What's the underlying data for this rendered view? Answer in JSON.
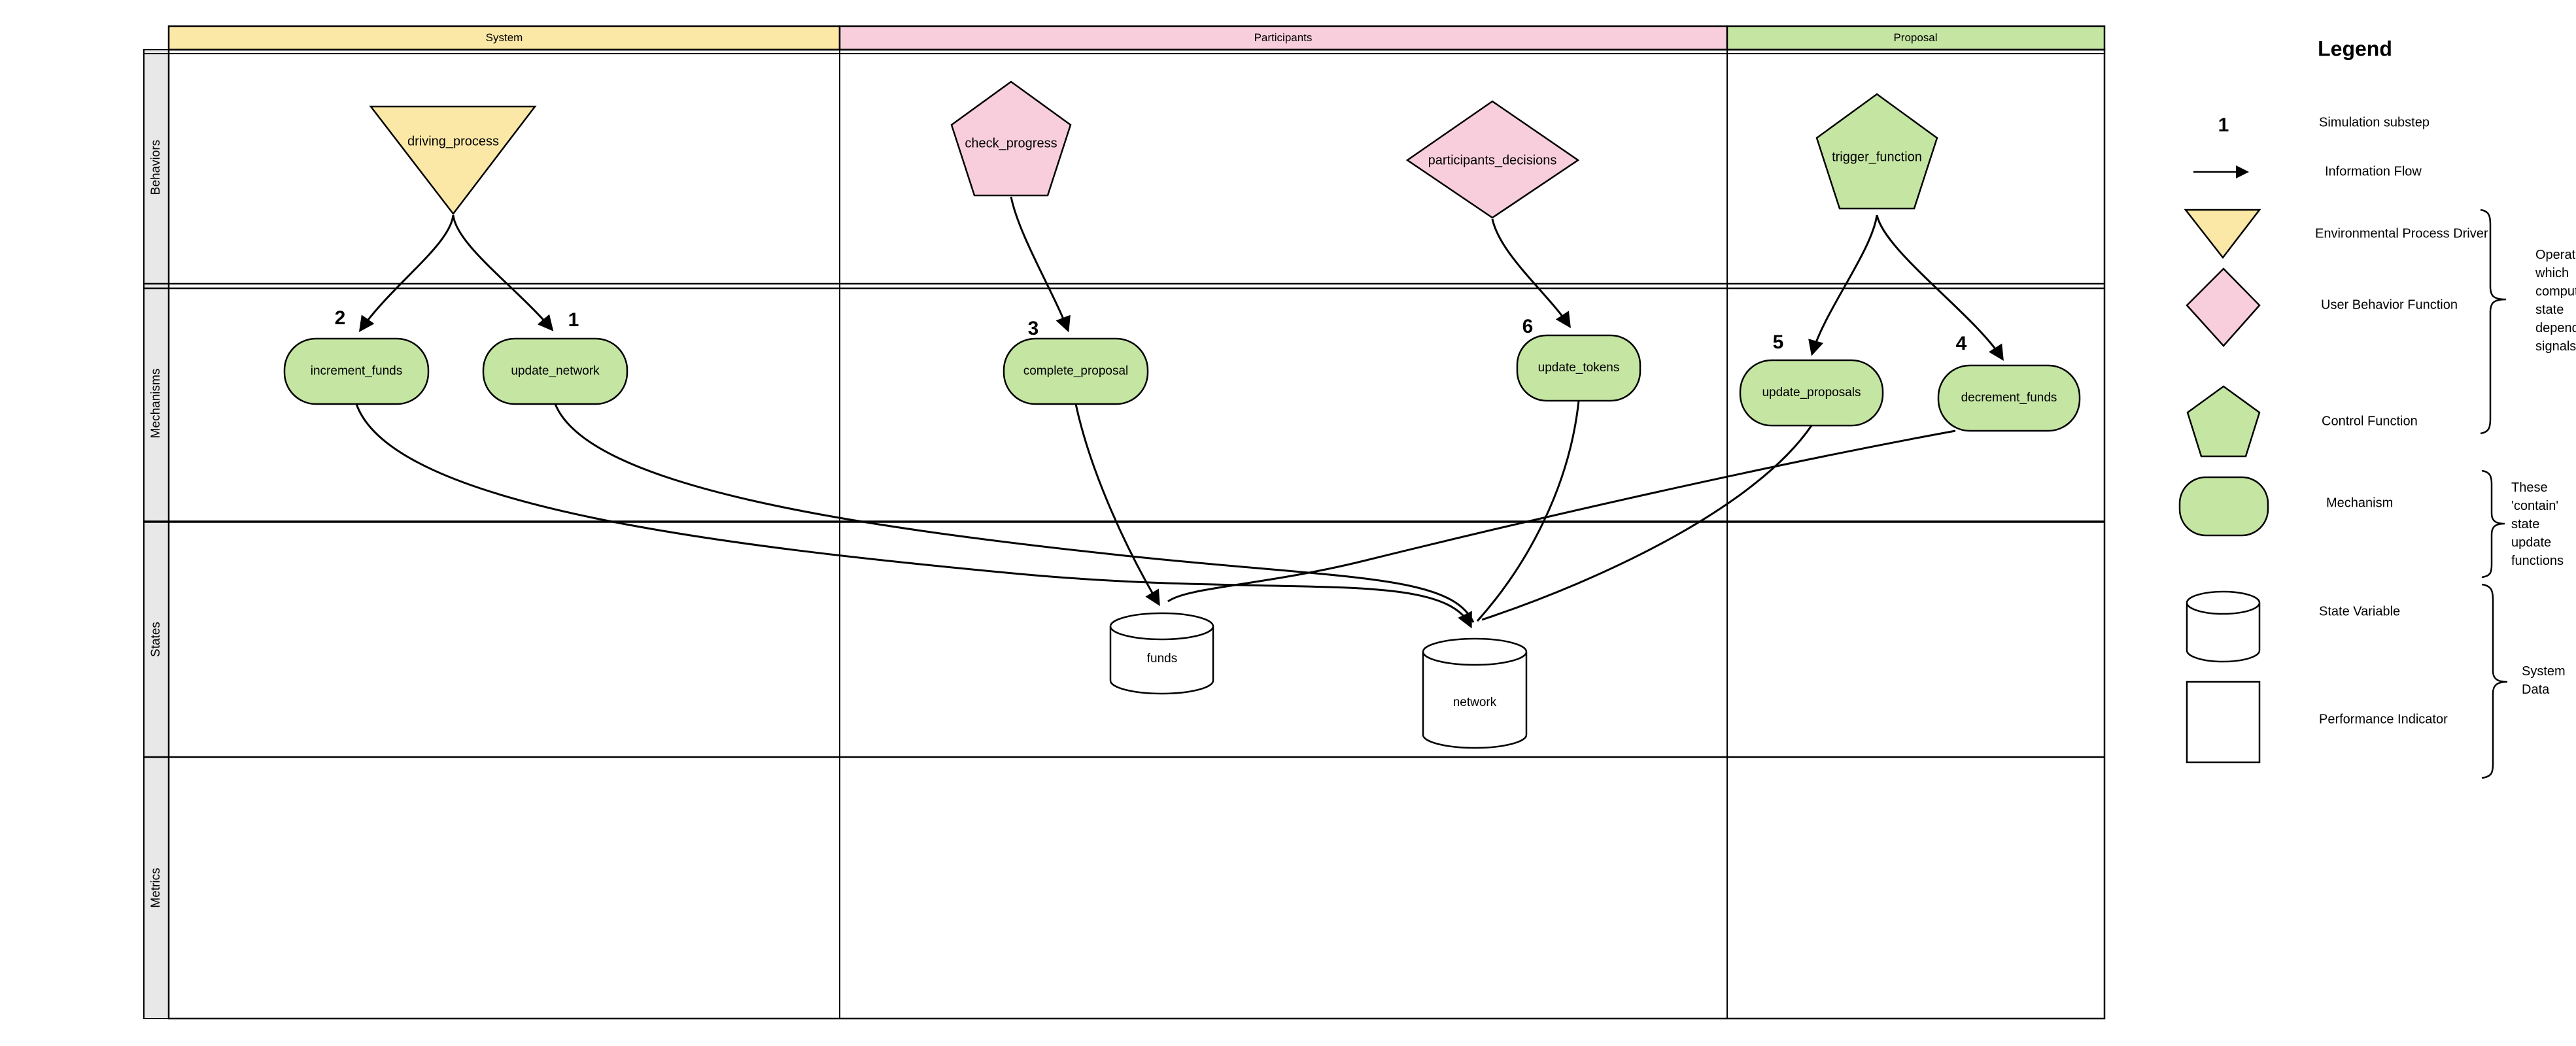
{
  "diagram": {
    "columns": [
      {
        "label": "System",
        "color": "#FCE8A6"
      },
      {
        "label": "Participants",
        "color": "#F8CEDD"
      },
      {
        "label": "Proposal",
        "color": "#C5E5A3"
      }
    ],
    "rows": [
      "Behaviors",
      "Mechanisms",
      "States",
      "Metrics"
    ],
    "behaviors": [
      {
        "label": "driving_process",
        "shape": "triangle-down",
        "color": "#FCE8A6"
      },
      {
        "label": "check_progress",
        "shape": "pentagon",
        "color": "#F8CEDD"
      },
      {
        "label": "participants_decisions",
        "shape": "diamond",
        "color": "#F8CEDD"
      },
      {
        "label": "trigger_function",
        "shape": "pentagon",
        "color": "#C5E5A3"
      }
    ],
    "mechanisms": [
      {
        "label": "increment_funds",
        "substep": "2"
      },
      {
        "label": "update_network",
        "substep": "1"
      },
      {
        "label": "complete_proposal",
        "substep": "3"
      },
      {
        "label": "update_tokens",
        "substep": "6"
      },
      {
        "label": "update_proposals",
        "substep": "5"
      },
      {
        "label": "decrement_funds",
        "substep": "4"
      }
    ],
    "states": [
      {
        "label": "funds",
        "shape": "cylinder"
      },
      {
        "label": "network",
        "shape": "cylinder"
      }
    ]
  },
  "legend": {
    "title": "Legend",
    "items": [
      {
        "symbol": "number",
        "sample": "1",
        "label": "Simulation substep"
      },
      {
        "symbol": "arrow",
        "label": "Information Flow"
      },
      {
        "symbol": "triangle-down",
        "label": "Environmental Process Driver"
      },
      {
        "symbol": "diamond",
        "label": "User Behavior Function"
      },
      {
        "symbol": "pentagon",
        "label": "Control Function"
      },
      {
        "symbol": "stadium",
        "label": "Mechanism"
      },
      {
        "symbol": "cylinder",
        "label": "State Variable"
      },
      {
        "symbol": "square",
        "label": "Performance Indicator"
      }
    ],
    "annotations": [
      {
        "lines": [
          "Operators",
          "which",
          "compute",
          "state",
          "dependent",
          "signals"
        ]
      },
      {
        "lines": [
          "These",
          "'contain'",
          "state",
          "update",
          "functions"
        ]
      },
      {
        "lines": [
          "System",
          "Data"
        ]
      }
    ]
  },
  "colors": {
    "yellow": "#FCE8A6",
    "pink": "#F8CEDD",
    "green": "#C5E5A3",
    "lane_label_bg": "#E8E8E8",
    "stroke": "#000000"
  }
}
